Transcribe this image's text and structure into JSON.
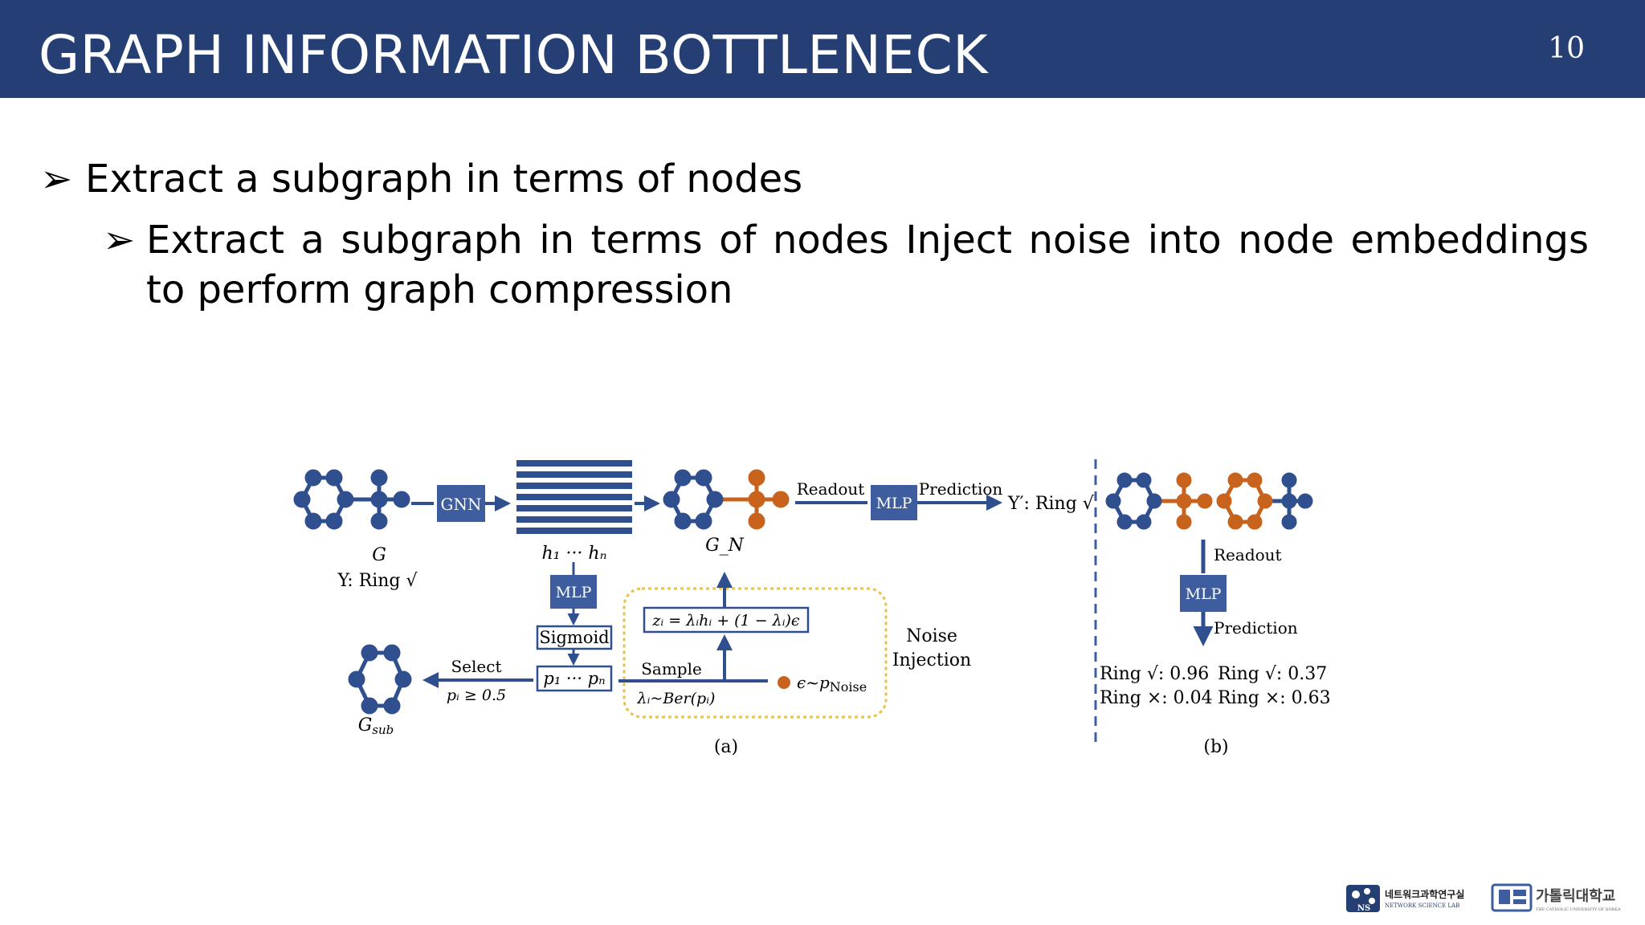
{
  "slide": {
    "title": "GRAPH INFORMATION BOTTLENECK",
    "page_number": "10",
    "bullet1": "Extract a subgraph in terms of nodes",
    "bullet2": "Extract a subgraph in terms of nodes Inject noise into node embeddings to perform graph compression"
  },
  "figure": {
    "gnn": "GNN",
    "mlp": "MLP",
    "graph_g": "G",
    "y_ring": "Y: Ring √",
    "h_vec": "h₁ ··· hₙ",
    "g_n": "G_N",
    "readout": "Readout",
    "prediction": "Prediction",
    "y_prime": "Y′: Ring √",
    "sigmoid": "Sigmoid",
    "p_vec": "p₁ ··· pₙ",
    "formula": "zᵢ = λᵢhᵢ + (1 − λᵢ)ϵ",
    "sample": "Sample",
    "lambda_ber": "λᵢ~Ber(pᵢ)",
    "noise_dist": "ϵ~p",
    "noise_sub": "Noise",
    "noise_injection_1": "Noise",
    "noise_injection_2": "Injection",
    "select": "Select",
    "select_cond": "pᵢ ≥ 0.5",
    "g_sub": "G",
    "g_sub_sub": "sub",
    "caption_a": "(a)",
    "caption_b": "(b)",
    "b_readout": "Readout",
    "b_prediction": "Prediction",
    "ring_yes_1": "Ring √: 0.96",
    "ring_no_1": "Ring ×: 0.04",
    "ring_yes_2": "Ring √: 0.37",
    "ring_no_2": "Ring ×: 0.63"
  },
  "logos": {
    "lab_ko": "네트워크과학연구실",
    "lab_en": "NETWORK SCIENCE LAB",
    "univ_ko": "가톨릭대학교",
    "univ_en": "THE CATHOLIC UNIVERSITY OF KOREA"
  },
  "colors": {
    "header": "#253f74",
    "node_blue": "#2f4f8f",
    "node_orange": "#c8631e",
    "box_blue": "#3d5d9e",
    "dotted_border": "#e8c24a"
  }
}
